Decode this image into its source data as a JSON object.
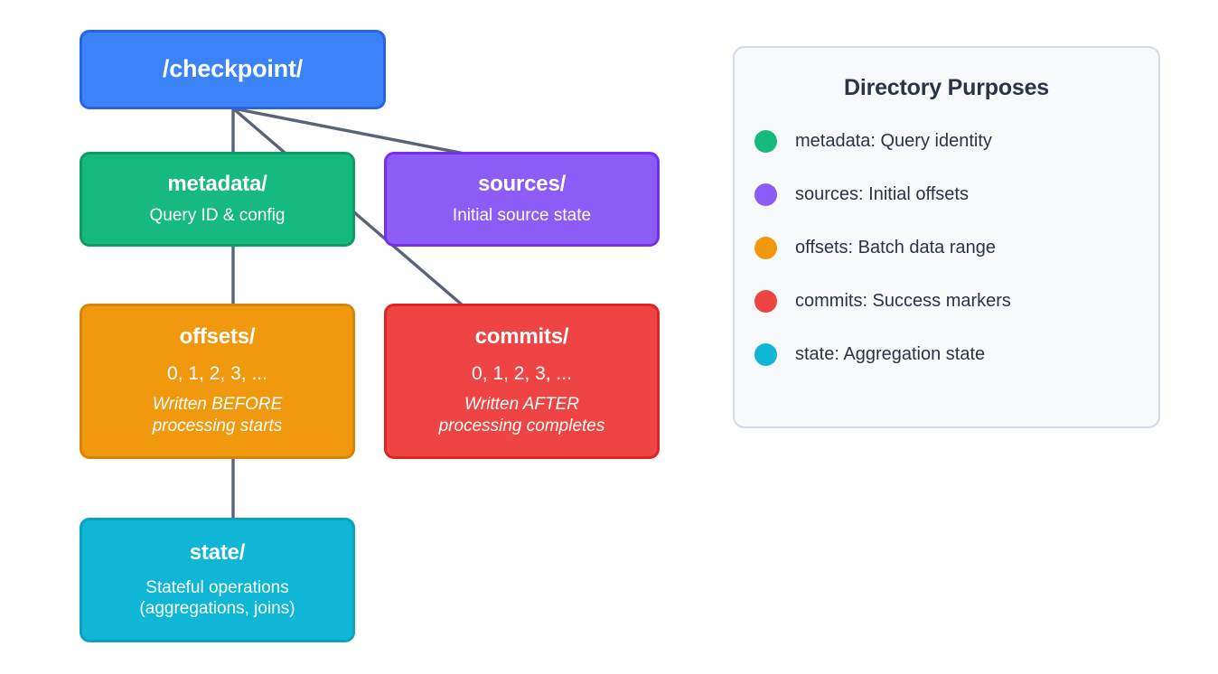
{
  "colors": {
    "background": "#ffffff",
    "edge_line": "#5a6478",
    "checkpoint": "#3b82f6",
    "checkpoint_border": "#2563eb",
    "metadata": "#16b97e",
    "metadata_border": "#0f9c68",
    "sources": "#8b5cf6",
    "sources_border": "#7430ea",
    "offsets": "#f0990f",
    "offsets_border": "#d88505",
    "commits": "#ef4444",
    "commits_border": "#e02424",
    "state": "#0fb6d6",
    "state_border": "#0aa2c0",
    "legend_background": "#f8f9fb",
    "legend_border": "#d3dae6",
    "legend_text": "#2b3445",
    "node_text": "#ffffff"
  },
  "tree": {
    "root": {
      "title": "/checkpoint/"
    },
    "nodes": [
      {
        "key": "metadata",
        "title": "metadata/",
        "subtitle": "Query ID & config",
        "note_line1": "",
        "note_line2": ""
      },
      {
        "key": "sources",
        "title": "sources/",
        "subtitle": "Initial source state",
        "note_line1": "",
        "note_line2": ""
      },
      {
        "key": "offsets",
        "title": "offsets/",
        "subtitle": "0, 1, 2, 3, ...",
        "note_line1": "Written BEFORE",
        "note_line2": "processing starts"
      },
      {
        "key": "commits",
        "title": "commits/",
        "subtitle": "0, 1, 2, 3, ...",
        "note_line1": "Written AFTER",
        "note_line2": "processing completes"
      },
      {
        "key": "state",
        "title": "state/",
        "subtitle_line1": "Stateful operations",
        "subtitle_line2": "(aggregations, joins)"
      }
    ]
  },
  "legend": {
    "title": "Directory Purposes",
    "items": [
      {
        "label": "metadata: Query identity",
        "color": "#16b97e"
      },
      {
        "label": "sources: Initial offsets",
        "color": "#8b5cf6"
      },
      {
        "label": "offsets: Batch data range",
        "color": "#f0990f"
      },
      {
        "label": "commits: Success markers",
        "color": "#ef4444"
      },
      {
        "label": "state: Aggregation state",
        "color": "#0fb6d6"
      }
    ]
  }
}
